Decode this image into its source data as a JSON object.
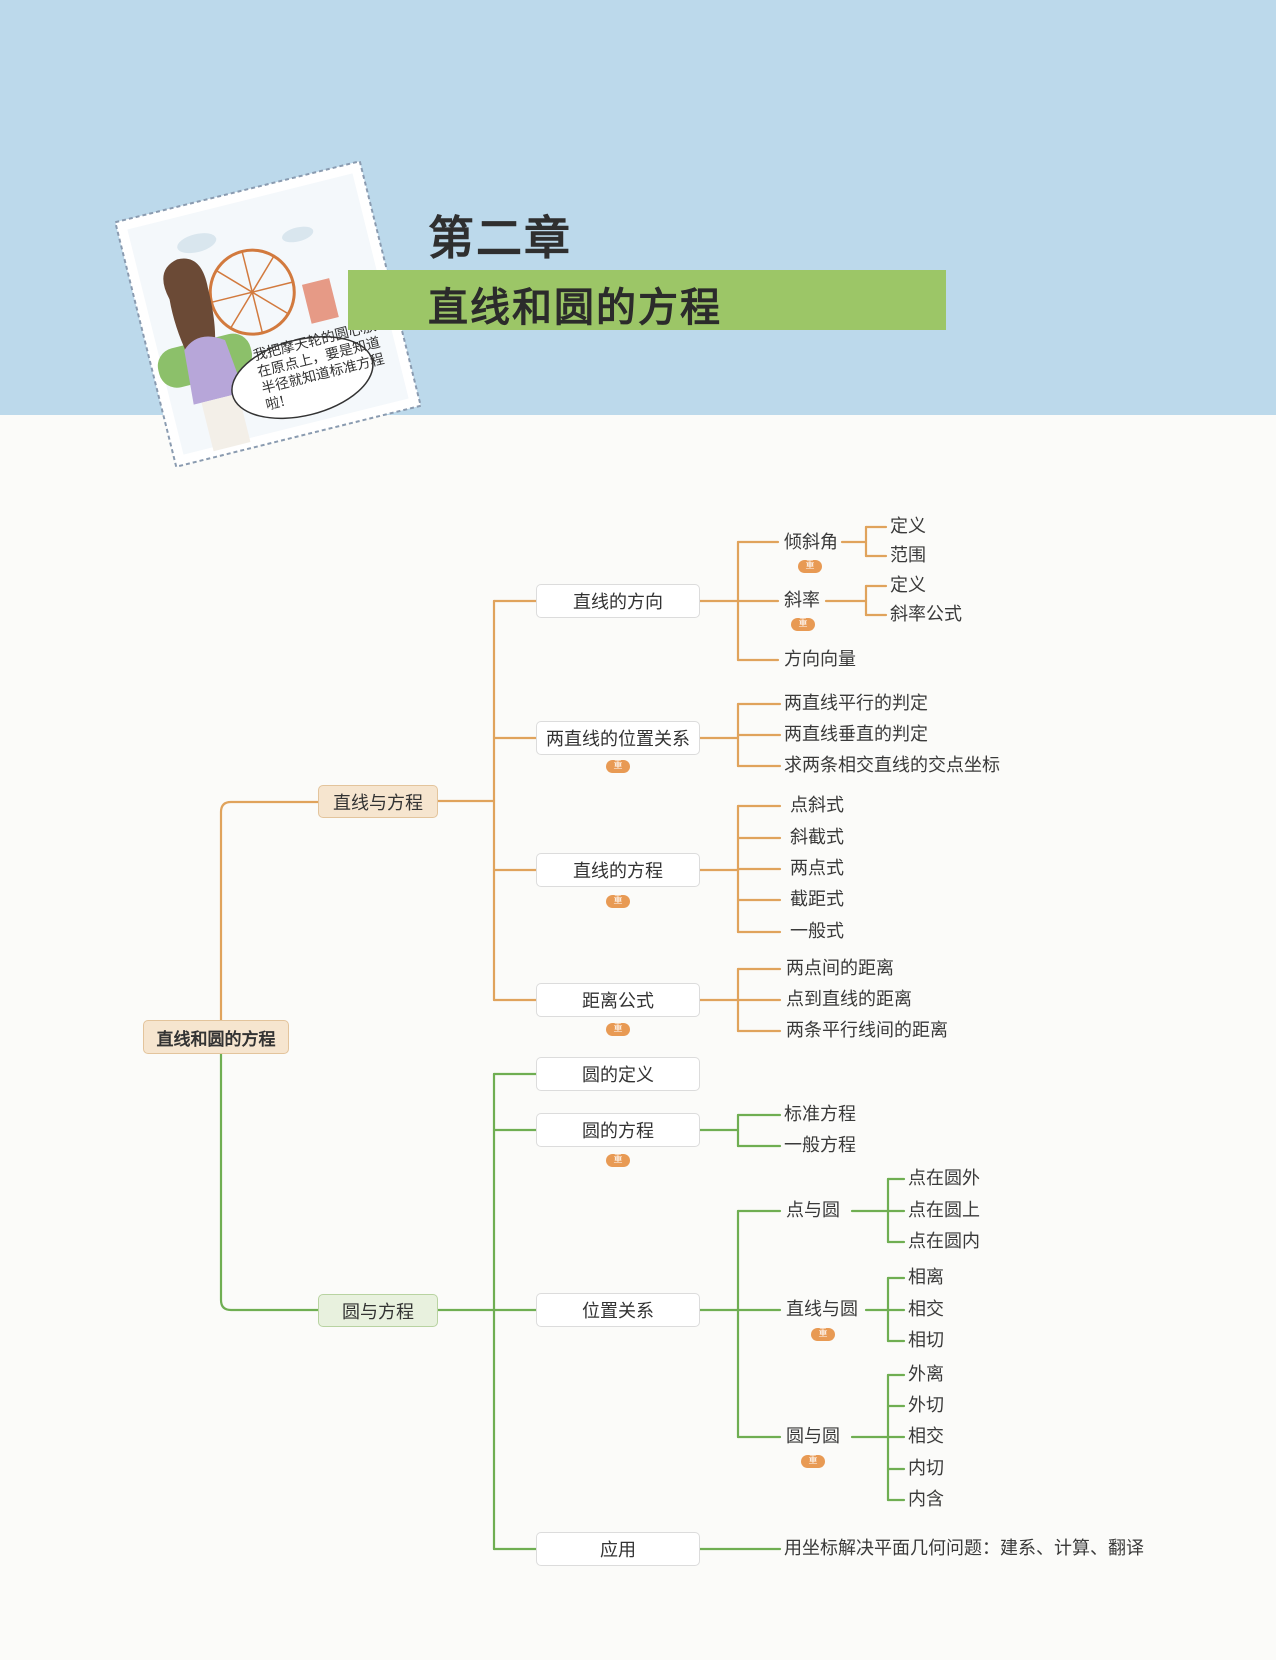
{
  "header": {
    "chapter": "第二章",
    "title": "直线和圆的方程",
    "stamp_caption": "我把摩天轮的圆心放在原点上，要是知道半径就知道标准方程啦!"
  },
  "mindmap": {
    "root": "直线和圆的方程",
    "badge": "重",
    "line": {
      "label": "直线与方程",
      "direction": {
        "label": "直线的方向",
        "incline": "倾斜角",
        "incline_def": "定义",
        "incline_range": "范围",
        "slope": "斜率",
        "slope_def": "定义",
        "slope_formula": "斜率公式",
        "vector": "方向向量"
      },
      "relation": {
        "label": "两直线的位置关系",
        "parallel": "两直线平行的判定",
        "perpendicular": "两直线垂直的判定",
        "intersection": "求两条相交直线的交点坐标"
      },
      "equation": {
        "label": "直线的方程",
        "forms": [
          "点斜式",
          "斜截式",
          "两点式",
          "截距式",
          "一般式"
        ]
      },
      "distance": {
        "label": "距离公式",
        "items": [
          "两点间的距离",
          "点到直线的距离",
          "两条平行线间的距离"
        ]
      }
    },
    "circle": {
      "label": "圆与方程",
      "definition": "圆的定义",
      "equation": {
        "label": "圆的方程",
        "standard": "标准方程",
        "general": "一般方程"
      },
      "position": {
        "label": "位置关系",
        "point_circle": {
          "label": "点与圆",
          "items": [
            "点在圆外",
            "点在圆上",
            "点在圆内"
          ]
        },
        "line_circle": {
          "label": "直线与圆",
          "items": [
            "相离",
            "相交",
            "相切"
          ]
        },
        "circle_circle": {
          "label": "圆与圆",
          "items": [
            "外离",
            "外切",
            "相交",
            "内切",
            "内含"
          ]
        }
      },
      "application": {
        "label": "应用",
        "detail": "用坐标解决平面几何问题：建系、计算、翻译"
      }
    }
  },
  "colors": {
    "orange": "#e0a35c",
    "green": "#6fae52",
    "banner": "#bcd9eb",
    "title_bar": "#9cc667"
  }
}
